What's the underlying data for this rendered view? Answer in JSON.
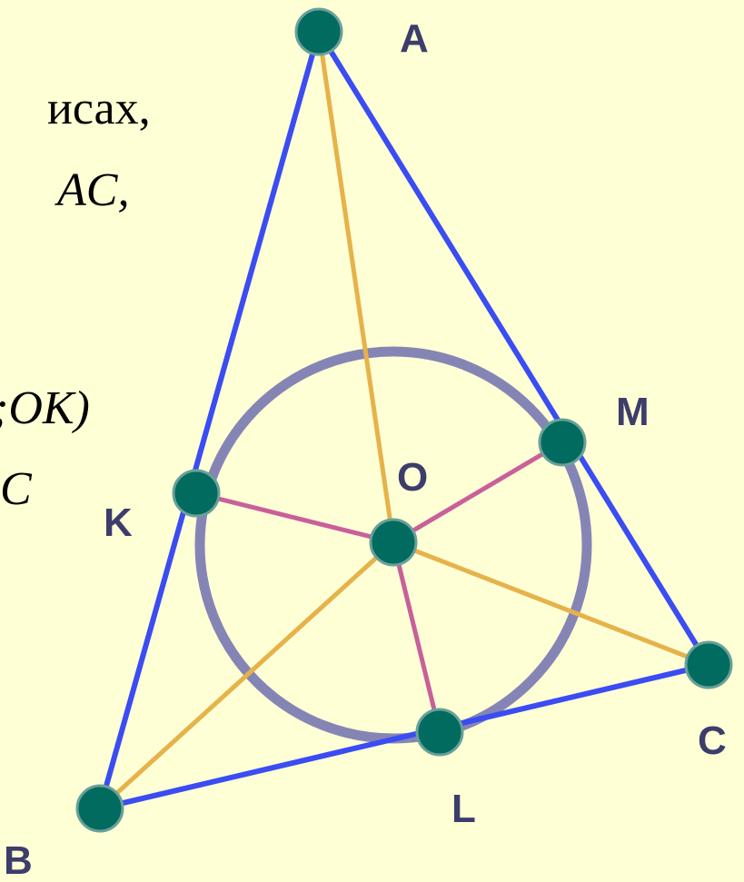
{
  "text_fragments": {
    "line1": "исах,",
    "line2": "AC,",
    "line3": ";OK)",
    "line4": "C"
  },
  "points": {
    "A": "A",
    "B": "B",
    "C": "C",
    "K": "K",
    "L": "L",
    "M": "M",
    "O": "O"
  },
  "colors": {
    "background": "#ffffd6",
    "triangle_sides": "#3b4cf2",
    "bisectors": "#e6b24a",
    "radii": "#c9609a",
    "incircle": "#8585b5",
    "point_fill": "#006b5e",
    "point_stroke": "#6aa09a",
    "label_color": "#3d3d6b"
  }
}
